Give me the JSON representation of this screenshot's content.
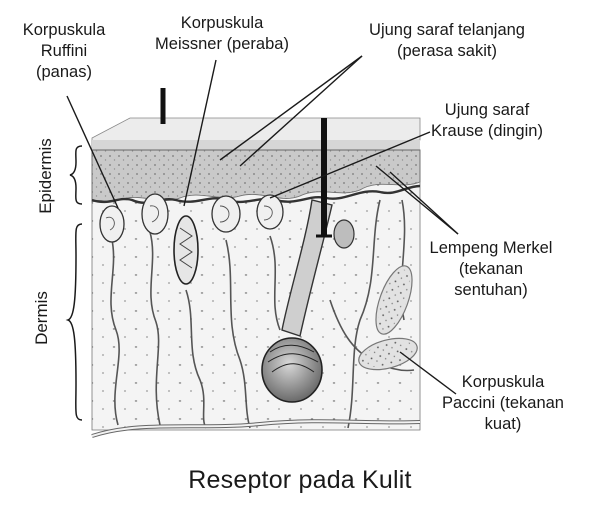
{
  "caption": "Reseptor pada Kulit",
  "layers": {
    "epidermis": "Epidermis",
    "dermis": "Dermis"
  },
  "labels": {
    "ruffini": [
      "Korpuskula",
      "Ruffini",
      "(panas)"
    ],
    "meissner": [
      "Korpuskula",
      "Meissner (peraba)"
    ],
    "ujung_telanjang": [
      "Ujung saraf telanjang",
      "(perasa sakit)"
    ],
    "krause": [
      "Ujung saraf",
      "Krause (dingin)"
    ],
    "merkel": [
      "Lempeng Merkel",
      "(tekanan",
      "sentuhan)"
    ],
    "paccini": [
      "Korpuskula",
      "Paccini (tekanan",
      "kuat)"
    ]
  },
  "colors": {
    "ink": "#1a1a1a",
    "epidermis_fill": "#cfcfcf",
    "stratum_fill": "#e8e8e8",
    "dermis_fill": "#f6f6f6"
  }
}
